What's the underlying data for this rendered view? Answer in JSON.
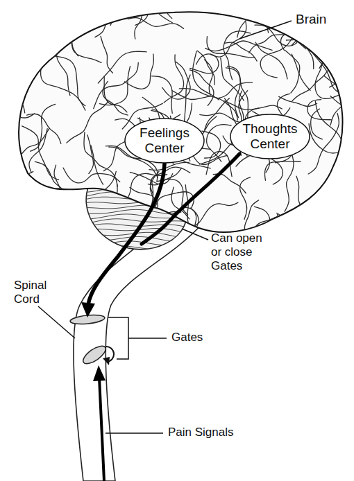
{
  "diagram": {
    "nodes": [
      {
        "text": [
          "Feelings Center"
        ]
      },
      {
        "text": [
          "Thoughts Center"
        ]
      }
    ],
    "labels": [
      "Brain",
      "Can open or close Gates",
      "Spinal Cord",
      "Gates",
      "Pain Signals"
    ]
  }
}
